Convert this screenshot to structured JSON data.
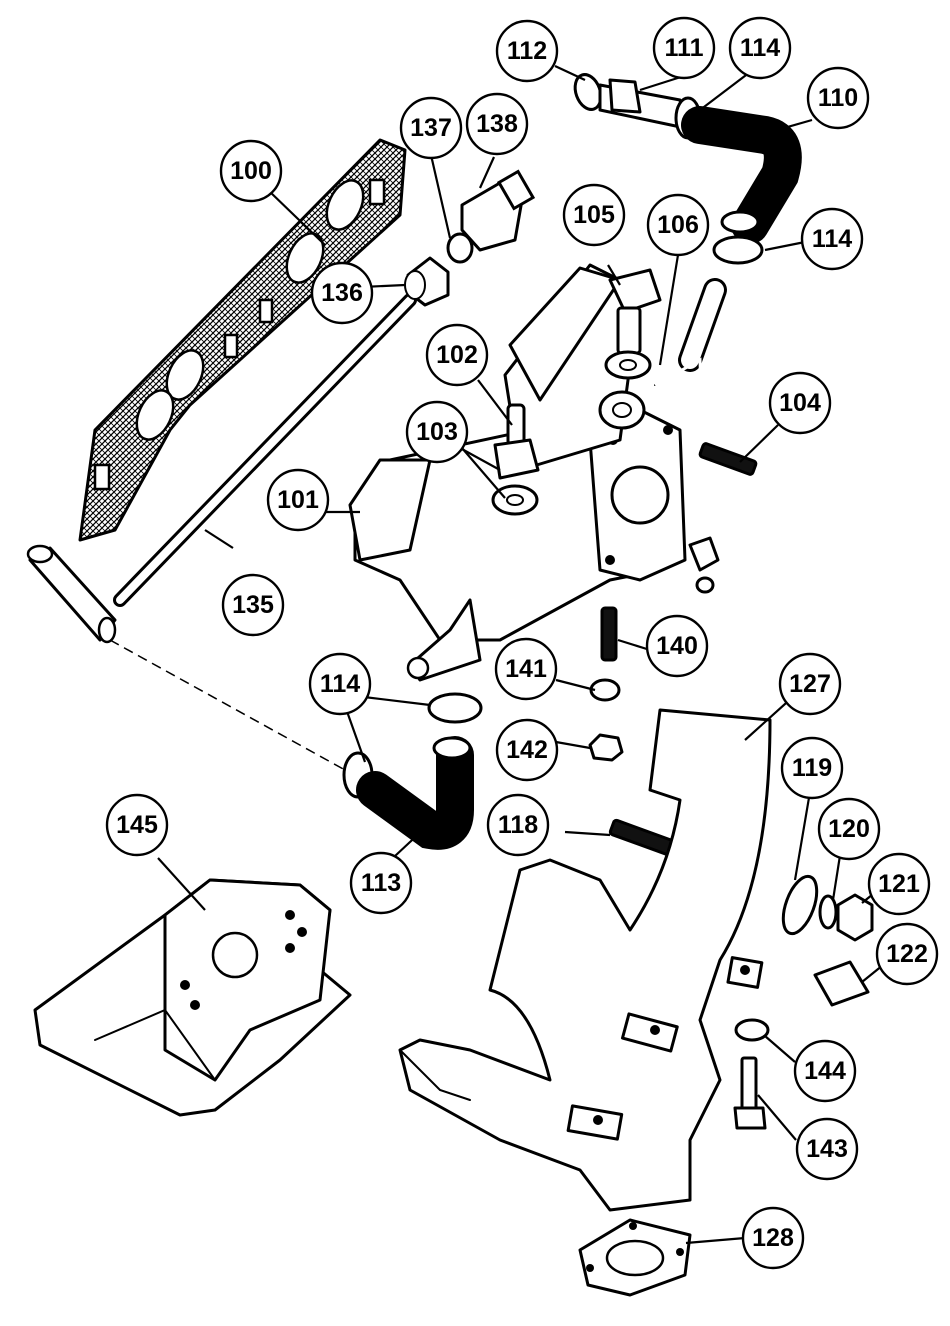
{
  "callouts": [
    {
      "id": "c100",
      "label": "100"
    },
    {
      "id": "c101",
      "label": "101"
    },
    {
      "id": "c102",
      "label": "102"
    },
    {
      "id": "c103",
      "label": "103"
    },
    {
      "id": "c104",
      "label": "104"
    },
    {
      "id": "c105",
      "label": "105"
    },
    {
      "id": "c106",
      "label": "106"
    },
    {
      "id": "c110",
      "label": "110"
    },
    {
      "id": "c111",
      "label": "111"
    },
    {
      "id": "c112",
      "label": "112"
    },
    {
      "id": "c113",
      "label": "113"
    },
    {
      "id": "c114a",
      "label": "114"
    },
    {
      "id": "c114b",
      "label": "114"
    },
    {
      "id": "c114c",
      "label": "114"
    },
    {
      "id": "c118",
      "label": "118"
    },
    {
      "id": "c119",
      "label": "119"
    },
    {
      "id": "c120",
      "label": "120"
    },
    {
      "id": "c121",
      "label": "121"
    },
    {
      "id": "c122",
      "label": "122"
    },
    {
      "id": "c127",
      "label": "127"
    },
    {
      "id": "c128",
      "label": "128"
    },
    {
      "id": "c135",
      "label": "135"
    },
    {
      "id": "c136",
      "label": "136"
    },
    {
      "id": "c137",
      "label": "137"
    },
    {
      "id": "c138",
      "label": "138"
    },
    {
      "id": "c140",
      "label": "140"
    },
    {
      "id": "c141",
      "label": "141"
    },
    {
      "id": "c142",
      "label": "142"
    },
    {
      "id": "c143",
      "label": "143"
    },
    {
      "id": "c144",
      "label": "144"
    },
    {
      "id": "c145",
      "label": "145"
    }
  ]
}
